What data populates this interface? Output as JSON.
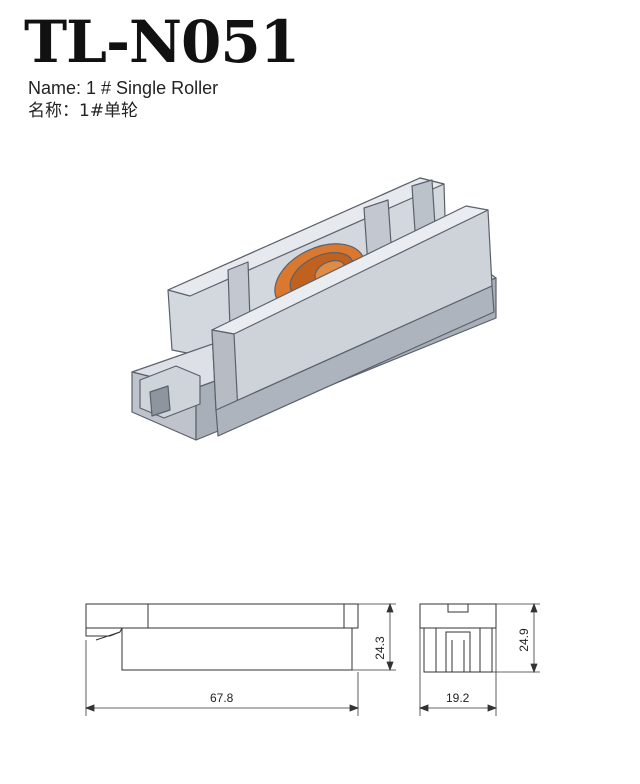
{
  "title": "TL-N051",
  "name_en": "Name: 1 # Single Roller",
  "name_cn": "名称：1#单轮",
  "dimensions": {
    "length": "67.8",
    "height_side": "24.3",
    "width": "19.2",
    "height_end": "24.9"
  },
  "colors": {
    "housing": "#c9ced6",
    "housing_shadow": "#9aa1ab",
    "roller": "#d9782e",
    "line": "#333333"
  }
}
